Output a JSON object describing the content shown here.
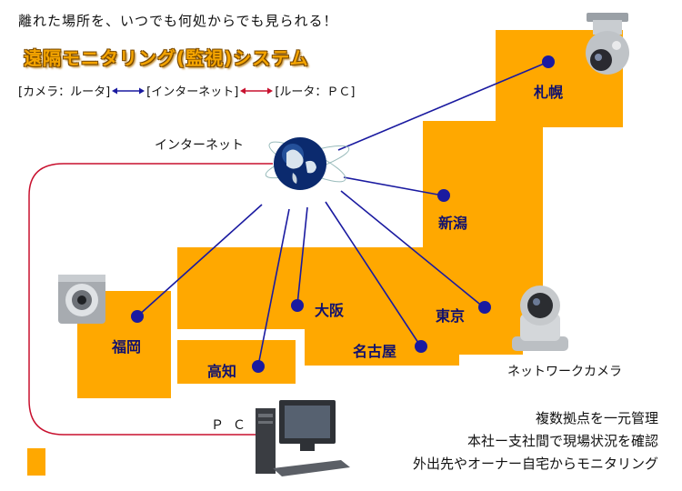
{
  "tagline": "離れた場所を、いつでも何処からでも見られる！",
  "title": "遠隔モニタリング(監視)システム",
  "legend": {
    "camera_router": "[カメラ：ルータ]",
    "router_pc_left": "[インターネット]",
    "router_pc_right": "[ルータ：ＰＣ]"
  },
  "labels": {
    "internet": "インターネット",
    "pc": "ＰＣ",
    "network_camera": "ネットワークカメラ"
  },
  "cities": {
    "sapporo": "札幌",
    "niigata": "新潟",
    "tokyo": "東京",
    "osaka": "大阪",
    "nagoya": "名古屋",
    "fukuoka": "福岡",
    "kochi": "高知"
  },
  "benefits": [
    "複数拠点を一元管理",
    "本社ー支社間で現場状況を確認",
    "外出先やオーナー自宅からモニタリング"
  ],
  "colors": {
    "map": "#ffa800",
    "link_line": "#1a1aa0",
    "pc_line": "#c8102e",
    "node_dot": "#1a1aa0"
  },
  "icons": {
    "globe": "globe-icon",
    "dome_camera": "dome-camera-icon",
    "box_camera": "box-camera-icon",
    "ptz_camera": "ptz-camera-icon",
    "pc": "desktop-pc-icon"
  }
}
